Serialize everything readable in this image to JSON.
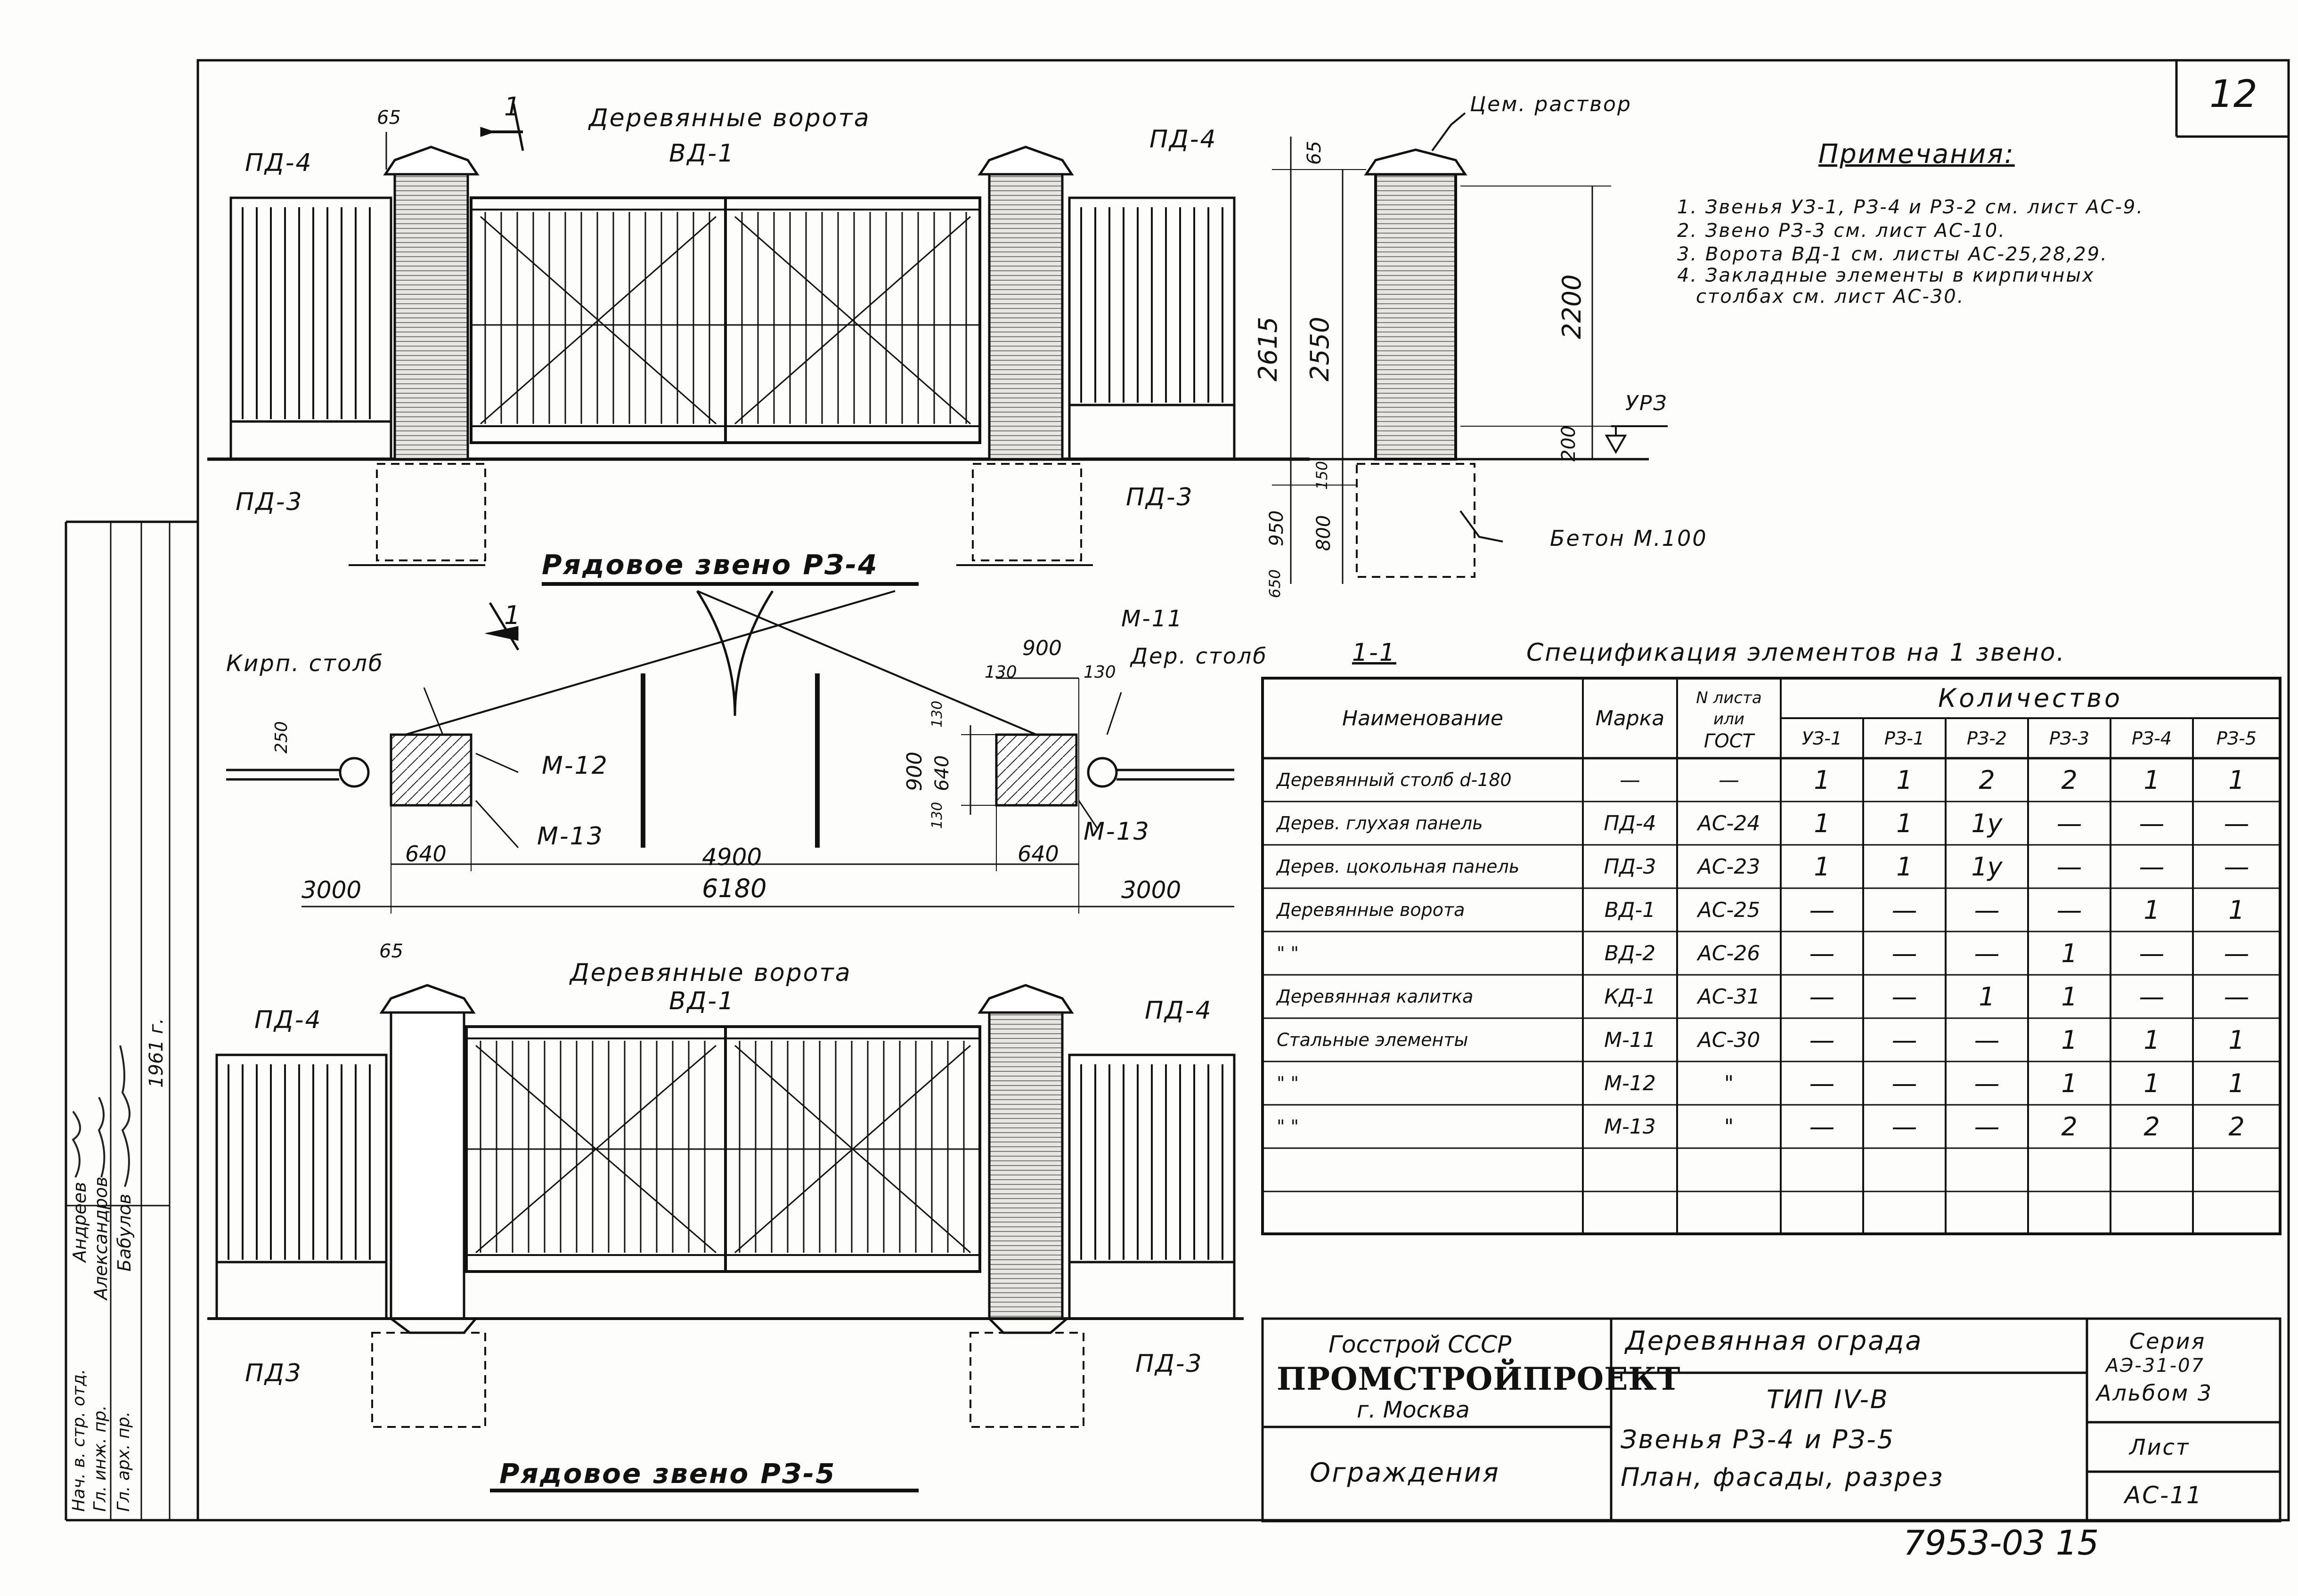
{
  "sheet": {
    "number": "12",
    "bottom_code": "7953-03 15"
  },
  "notes": {
    "title": "Примечания:",
    "items": [
      "1. Звенья УЗ-1, РЗ-4 и РЗ-2 см. лист АС-9.",
      "2. Звено РЗ-3 см. лист АС-10.",
      "3. Ворота ВД-1 см. листы АС-25,28,29.",
      "4. Закладные элементы в кирпичных",
      "столбах см. лист АС-30."
    ]
  },
  "elevation_top": {
    "gate_title": "Деревянные ворота",
    "gate_mark": "ВД-1",
    "panel_left": "ПД-4",
    "panel_right": "ПД-4",
    "plinth_left": "ПД-3",
    "plinth_right": "ПД-3",
    "dim_65": "65",
    "section_mark": "1"
  },
  "section_1_1": {
    "mortar_label": "Цем. раствор",
    "dim_65": "65",
    "dim_2615": "2615",
    "dim_2550": "2550",
    "dim_2200": "2200",
    "dim_200": "200",
    "dim_150": "150",
    "dim_950": "950",
    "dim_800": "800",
    "dim_650": "650",
    "level_label": "УРЗ",
    "concrete_label": "Бетон М.100"
  },
  "plan": {
    "title": "Рядовое звено РЗ-4",
    "brick_post_label": "Кирп. столб",
    "wood_post_label": "Дер. столб",
    "m11": "М-11",
    "m12": "М-12",
    "m13_left": "М-13",
    "m13_right": "М-13",
    "dim_250": "250",
    "dim_640_left": "640",
    "dim_640_right": "640",
    "dim_4900": "4900",
    "dim_6180": "6180",
    "dim_3000_left": "3000",
    "dim_3000_right": "3000",
    "dim_900_top": "900",
    "dim_130_a": "130",
    "dim_130_b": "130",
    "dim_900_side": "900",
    "dim_640_side": "640",
    "dim_130_c": "130",
    "dim_130_d": "130",
    "section_mark": "1"
  },
  "elevation_bottom": {
    "gate_title": "Деревянные ворота",
    "gate_mark": "ВД-1",
    "panel_left": "ПД-4",
    "panel_right": "ПД-4",
    "plinth_left": "ПД3",
    "plinth_right": "ПД-3",
    "dim_65": "65",
    "title": "Рядовое звено РЗ-5"
  },
  "spec": {
    "section_label": "1-1",
    "title": "Спецификация элементов на 1 звено.",
    "headers": {
      "name": "Наименование",
      "mark": "Марка",
      "sheet_line1": "N листа",
      "sheet_line2": "или",
      "sheet_line3": "ГОСТ",
      "qty": "Количество",
      "cols": [
        "УЗ-1",
        "РЗ-1",
        "РЗ-2",
        "РЗ-3",
        "РЗ-4",
        "РЗ-5"
      ]
    },
    "rows": [
      {
        "name": "Деревянный столб d-180",
        "mark": "—",
        "sheet": "—",
        "q": [
          "1",
          "1",
          "2",
          "2",
          "1",
          "1"
        ]
      },
      {
        "name": "Дерев. глухая панель",
        "mark": "ПД-4",
        "sheet": "АС-24",
        "q": [
          "1",
          "1",
          "1у",
          "—",
          "—",
          "—"
        ]
      },
      {
        "name": "Дерев. цокольная панель",
        "mark": "ПД-3",
        "sheet": "АС-23",
        "q": [
          "1",
          "1",
          "1у",
          "—",
          "—",
          "—"
        ]
      },
      {
        "name": "Деревянные ворота",
        "mark": "ВД-1",
        "sheet": "АС-25",
        "q": [
          "—",
          "—",
          "—",
          "—",
          "1",
          "1"
        ]
      },
      {
        "name": "\"          \"",
        "mark": "ВД-2",
        "sheet": "АС-26",
        "q": [
          "—",
          "—",
          "—",
          "1",
          "—",
          "—"
        ]
      },
      {
        "name": "Деревянная калитка",
        "mark": "КД-1",
        "sheet": "АС-31",
        "q": [
          "—",
          "—",
          "1",
          "1",
          "—",
          "—"
        ]
      },
      {
        "name": "Стальные элементы",
        "mark": "М-11",
        "sheet": "АС-30",
        "q": [
          "—",
          "—",
          "—",
          "1",
          "1",
          "1"
        ]
      },
      {
        "name": "\"          \"",
        "mark": "М-12",
        "sheet": "\"",
        "q": [
          "—",
          "—",
          "—",
          "1",
          "1",
          "1"
        ]
      },
      {
        "name": "\"          \"",
        "mark": "М-13",
        "sheet": "\"",
        "q": [
          "—",
          "—",
          "—",
          "2",
          "2",
          "2"
        ]
      },
      {
        "name": "",
        "mark": "",
        "sheet": "",
        "q": [
          "",
          "",
          "",
          "",
          "",
          ""
        ]
      },
      {
        "name": "",
        "mark": "",
        "sheet": "",
        "q": [
          "",
          "",
          "",
          "",
          "",
          ""
        ]
      }
    ]
  },
  "title_block": {
    "org_line1": "Госстрой СССР",
    "org_line2": "ПРОМСТРОЙПРОЕКТ",
    "org_line3": "г. Москва",
    "project": "Деревянная ограда",
    "tip": "ТИП IV-В",
    "series_label": "Серия",
    "series_value": "АЭ-31-07",
    "album": "Альбом 3",
    "section": "Ограждения",
    "desc_line1": "Звенья РЗ-4 и РЗ-5",
    "desc_line2": "План, фасады, разрез",
    "sheet_label": "Лист",
    "sheet_value": "АС-11"
  },
  "stamp": {
    "roles": [
      "Нач. в. стр. отд.",
      "Гл. инж. пр.",
      "Гл. арх. пр."
    ],
    "names": [
      "Андреев",
      "Александров",
      "Бабулов"
    ],
    "year": "1961 г."
  }
}
